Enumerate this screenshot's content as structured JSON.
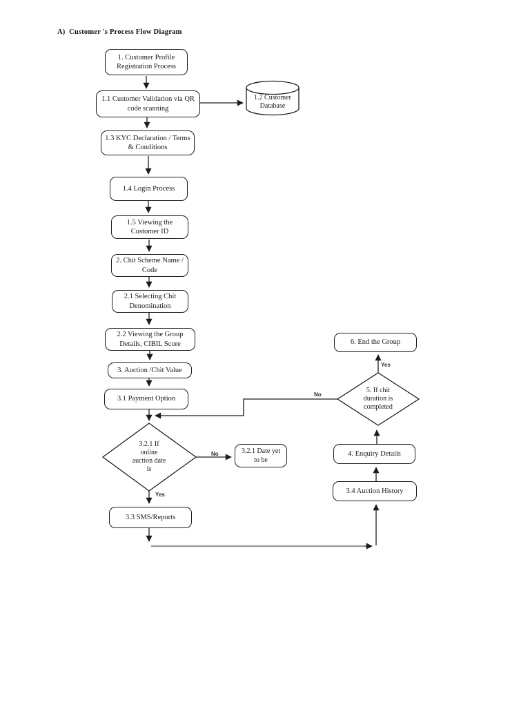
{
  "page": {
    "title": "A)  Customer 's Process Flow Diagram"
  },
  "colors": {
    "line": "#1c1c1c",
    "box_border": "#1c1c1c",
    "text": "#1a1a1a",
    "gray_return_line": "#9c9c9c",
    "background": "#ffffff"
  },
  "flowchart": {
    "nodes": {
      "n1": {
        "type": "process",
        "label": "1. Customer Profile Registration Process"
      },
      "n11": {
        "type": "process",
        "label": "1.1 Customer Validation via QR code scanning"
      },
      "n12": {
        "type": "database",
        "label": "1.2 Customer Database"
      },
      "n13": {
        "type": "process",
        "label": "1.3 KYC Declaration / Terms & Conditions"
      },
      "n14": {
        "type": "process",
        "label": "1.4 Login Process"
      },
      "n15": {
        "type": "process",
        "label": "1.5 Viewing the Customer ID"
      },
      "n2": {
        "type": "process",
        "label": "2. Chit Scheme Name / Code"
      },
      "n21": {
        "type": "process",
        "label": "2.1 Selecting Chit Denomination"
      },
      "n22": {
        "type": "process",
        "label": "2.2 Viewing the Group Details, CIBIL Score"
      },
      "n3": {
        "type": "process",
        "label": "3. Auction /Chit Value"
      },
      "n31": {
        "type": "process",
        "label": "3.1 Payment Option"
      },
      "d321": {
        "type": "decision",
        "label": "3.2.1 If online auction date is",
        "lines": [
          "3.2.1 If",
          "online",
          "auction date",
          "is"
        ]
      },
      "n321date": {
        "type": "process",
        "label": "3.2.1 Date yet to be"
      },
      "n33": {
        "type": "process",
        "label": "3.3 SMS/Reports"
      },
      "n6": {
        "type": "process",
        "label": "6. End the Group"
      },
      "d5": {
        "type": "decision",
        "label": "5. If chit duration is completed",
        "lines": [
          "5. If chit",
          "duration is",
          "completed"
        ]
      },
      "n4": {
        "type": "process",
        "label": "4. Enquiry Details"
      },
      "n34": {
        "type": "process",
        "label": "3.4 Auction History"
      }
    },
    "edge_labels": {
      "d321_no": "No",
      "d321_yes": "Yes",
      "d5_no": "No",
      "d5_yes": "Yes"
    }
  }
}
